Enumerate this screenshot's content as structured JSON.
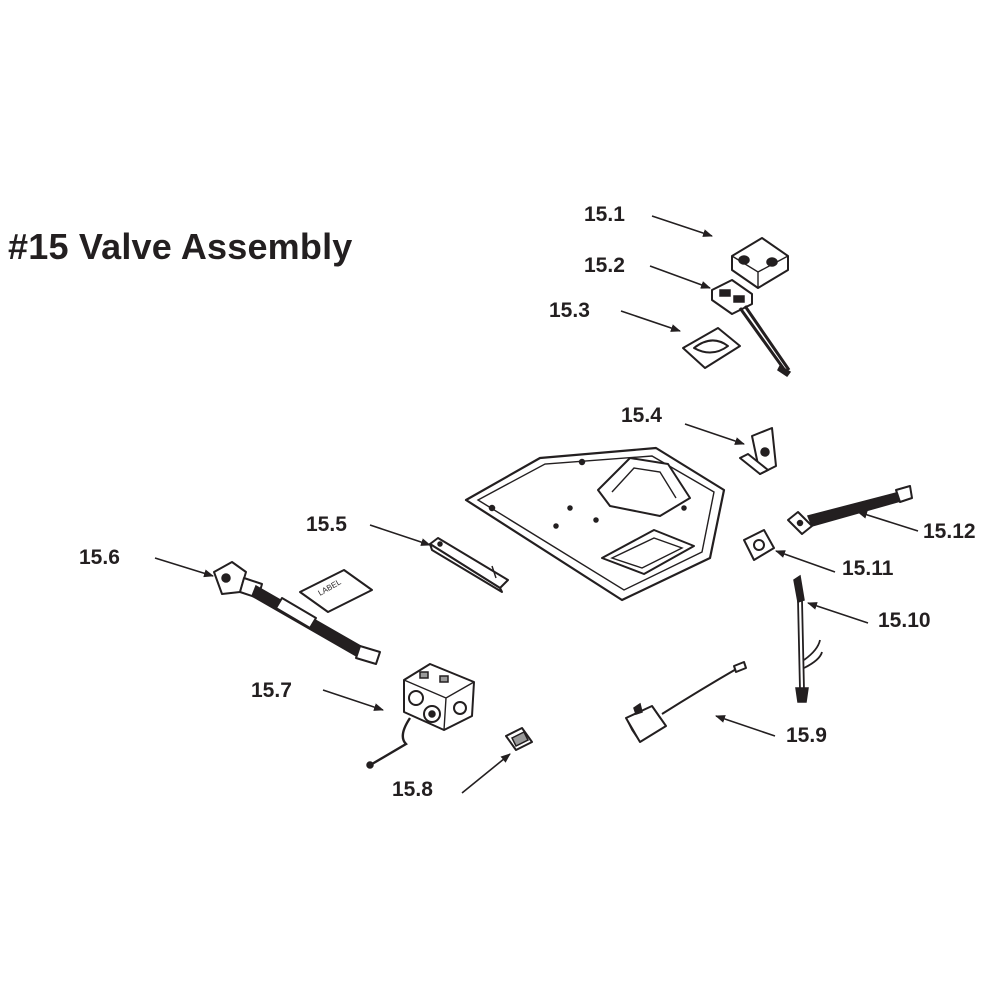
{
  "title": "#15 Valve Assembly",
  "callouts": [
    {
      "id": "15.1",
      "label": "15.1",
      "part": "block"
    },
    {
      "id": "15.2",
      "label": "15.2",
      "part": "bracket-with-wire"
    },
    {
      "id": "15.3",
      "label": "15.3",
      "part": "gasket"
    },
    {
      "id": "15.4",
      "label": "15.4",
      "part": "clip"
    },
    {
      "id": "15.5",
      "label": "15.5",
      "part": "angle-bracket"
    },
    {
      "id": "15.6",
      "label": "15.6",
      "part": "flex-connector"
    },
    {
      "id": "15.7",
      "label": "15.7",
      "part": "gas-valve"
    },
    {
      "id": "15.8",
      "label": "15.8",
      "part": "fitting"
    },
    {
      "id": "15.9",
      "label": "15.9",
      "part": "ac-adapter"
    },
    {
      "id": "15.10",
      "label": "15.10",
      "part": "wire-harness"
    },
    {
      "id": "15.11",
      "label": "15.11",
      "part": "grommet"
    },
    {
      "id": "15.12",
      "label": "15.12",
      "part": "igniter-rod"
    }
  ],
  "tag_text": "LABEL"
}
